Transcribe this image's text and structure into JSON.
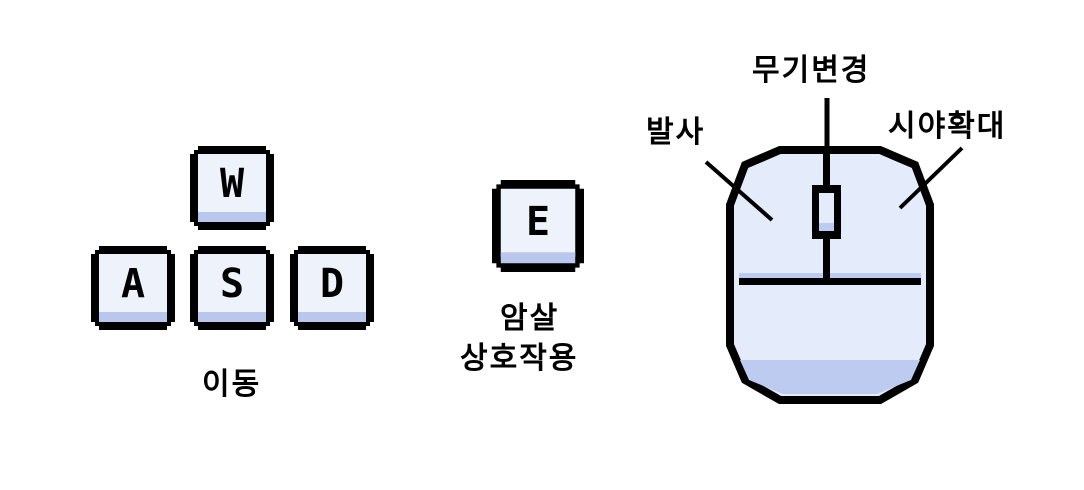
{
  "keyboard": {
    "keys": {
      "w": "W",
      "a": "A",
      "s": "S",
      "d": "D",
      "e": "E"
    },
    "move_label": "이동",
    "interact_label_line1": "암살",
    "interact_label_line2": "상호작용"
  },
  "mouse": {
    "wheel_label": "무기변경",
    "left_label": "발사",
    "right_label": "시야확대"
  },
  "colors": {
    "key_face": "#eef2fb",
    "key_shadow": "#b9c7ec",
    "mouse_face": "#e4ecfb",
    "outline": "#000000"
  }
}
